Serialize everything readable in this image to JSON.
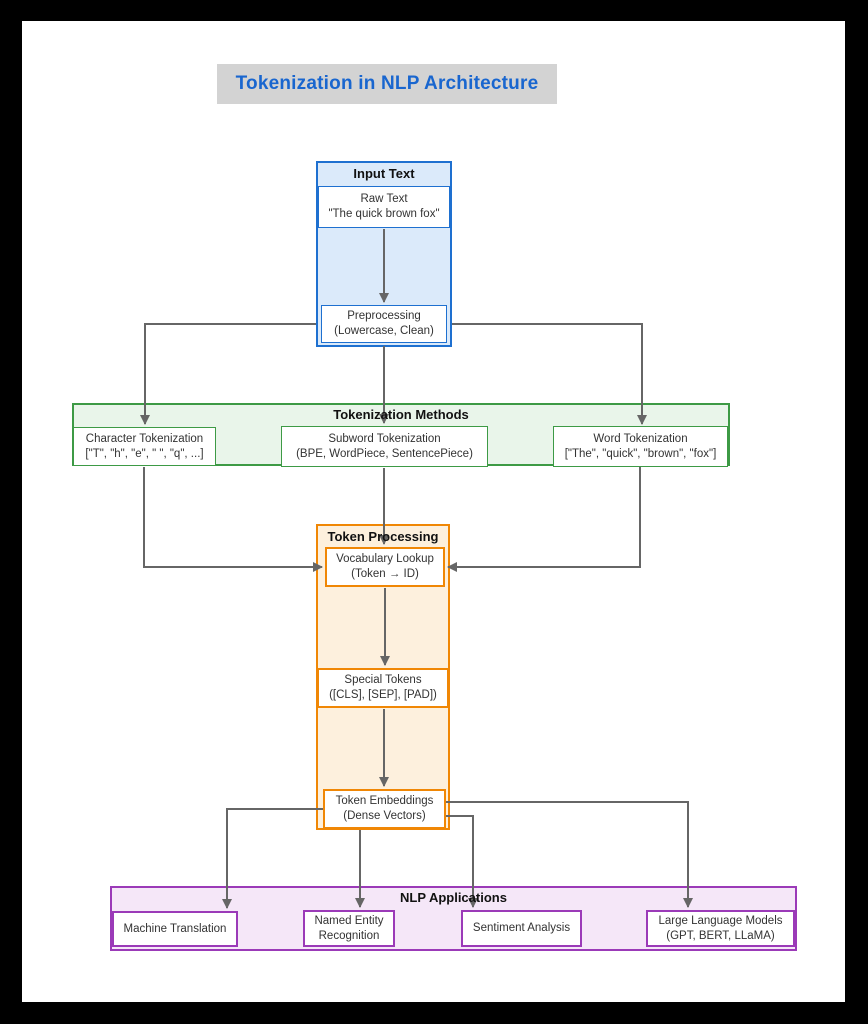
{
  "title": "Tokenization in NLP Architecture",
  "colors": {
    "title_text": "#1966cf",
    "title_bg": "#d3d3d3",
    "input_border": "#1e70d0",
    "input_fill": "#dbeafa",
    "tokenization_border": "#3d9a45",
    "tokenization_fill": "#e9f5ea",
    "processing_border": "#f08705",
    "processing_fill": "#fdf0dd",
    "applications_border": "#9b3ab8",
    "applications_fill": "#f5e7f8",
    "connector": "#666666"
  },
  "sections": {
    "input": {
      "header": "Input Text",
      "raw_text": {
        "line1": "Raw Text",
        "line2": "\"The quick brown fox\""
      },
      "preprocessing": {
        "line1": "Preprocessing",
        "line2": "(Lowercase, Clean)"
      }
    },
    "tokenization": {
      "header": "Tokenization Methods",
      "character": {
        "line1": "Character Tokenization",
        "line2": "[\"T\", \"h\", \"e\", \" \", \"q\", ...]"
      },
      "subword": {
        "line1": "Subword Tokenization",
        "line2": "(BPE, WordPiece, SentencePiece)"
      },
      "word": {
        "line1": "Word Tokenization",
        "line2": "[\"The\", \"quick\", \"brown\", \"fox\"]"
      }
    },
    "processing": {
      "header": "Token Processing",
      "vocabulary": {
        "line1": "Vocabulary Lookup",
        "line2": "(Token → ID)"
      },
      "special": {
        "line1": "Special Tokens",
        "line2": "([CLS], [SEP], [PAD])"
      },
      "embeddings": {
        "line1": "Token Embeddings",
        "line2": "(Dense Vectors)"
      }
    },
    "applications": {
      "header": "NLP Applications",
      "machine_translation": {
        "line1": "Machine Translation"
      },
      "named_entity": {
        "line1": "Named Entity",
        "line2": "Recognition"
      },
      "sentiment": {
        "line1": "Sentiment Analysis"
      },
      "llm": {
        "line1": "Large Language Models",
        "line2": "(GPT, BERT, LLaMA)"
      }
    }
  }
}
